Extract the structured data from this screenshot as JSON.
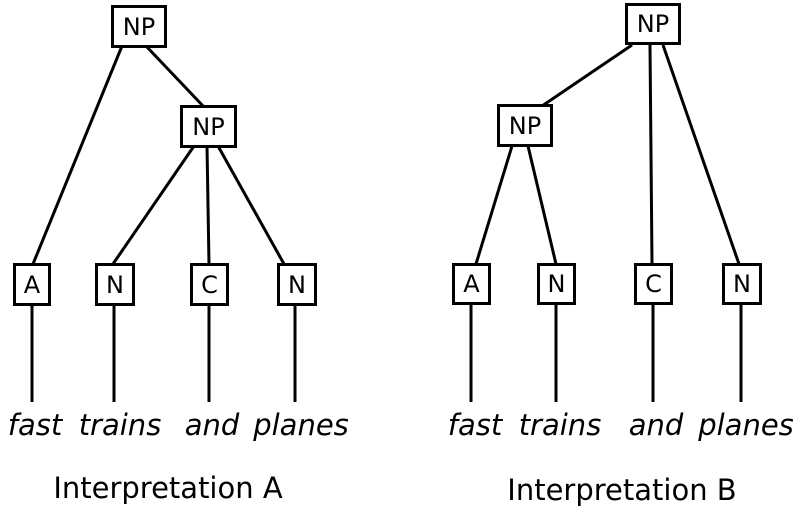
{
  "diagram": {
    "background_color": "#ffffff",
    "line_color": "#000000",
    "phrase": "fast trains and planes",
    "treeA": {
      "caption": "Interpretation A",
      "root_label": "NP",
      "inner_label": "NP",
      "leaf_labels": [
        "A",
        "N",
        "C",
        "N"
      ],
      "words": [
        "fast",
        "trains",
        "and",
        "planes"
      ],
      "structure": {
        "root_children": [
          "A",
          "NP"
        ],
        "inner_children": [
          "N",
          "C",
          "N"
        ],
        "reading": "fast [trains and planes]"
      }
    },
    "treeB": {
      "caption": "Interpretation B",
      "root_label": "NP",
      "inner_label": "NP",
      "leaf_labels": [
        "A",
        "N",
        "C",
        "N"
      ],
      "words": [
        "fast",
        "trains",
        "and",
        "planes"
      ],
      "structure": {
        "root_children": [
          "NP",
          "C",
          "N"
        ],
        "inner_children": [
          "A",
          "N"
        ],
        "reading": "[fast trains] and planes"
      }
    }
  }
}
